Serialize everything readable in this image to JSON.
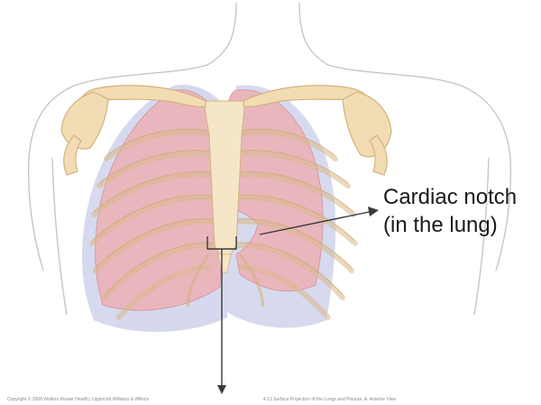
{
  "annotation": {
    "line1": "Cardiac notch",
    "line2": "(in the lung)"
  },
  "credits": {
    "left": "Copyright © 2008 Wolters Kluwer Health | Lippincott Williams & Wilkins",
    "right": "4.13 Surface Projection of the Lungs and Pleurae, A. Anterior View"
  },
  "colors": {
    "skin_outline": "#c9c6c2",
    "bone": "#f2dcb4",
    "bone_outline": "#d4b27c",
    "lung": "#e9b6bd",
    "lung_edge": "#d69aa6",
    "pleura": "#c9cde8",
    "pointer": "#3a3a3a"
  }
}
